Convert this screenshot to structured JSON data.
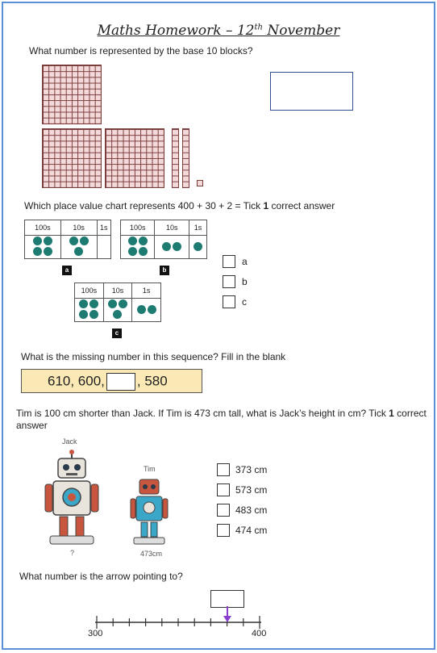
{
  "title": {
    "main": "Maths Homework – 12",
    "sup": "th",
    "rest": " November"
  },
  "q1": {
    "text": "What number is represented by the base 10 blocks?"
  },
  "q2": {
    "text_pre": "Which place value chart represents 400 + 30 + 2 = Tick ",
    "bold": "1",
    "text_post": " correct answer",
    "headers": [
      "100s",
      "10s",
      "1s"
    ],
    "charts": [
      {
        "tag": "a",
        "dots": [
          4,
          3,
          0
        ]
      },
      {
        "tag": "b",
        "dots": [
          4,
          2,
          1
        ]
      },
      {
        "tag": "c",
        "dots": [
          4,
          3,
          2
        ]
      }
    ],
    "options": [
      "a",
      "b",
      "c"
    ]
  },
  "q3": {
    "text": "What is the missing number in this sequence? Fill in the blank",
    "seq_a": "610, 600,",
    "seq_b": ", 580"
  },
  "q4": {
    "text_pre": "Tim is 100 cm shorter than Jack. If Tim is 473 cm tall, what is Jack’s height in cm? Tick ",
    "bold": "1",
    "text_post": " correct answer",
    "jack_label": "Jack",
    "tim_label": "Tim",
    "jack_height": "?",
    "tim_height": "473cm",
    "options": [
      "373 cm",
      "573 cm",
      "483 cm",
      "474 cm"
    ]
  },
  "q5": {
    "text": "What number is the arrow pointing to?",
    "start": "300",
    "end": "400"
  },
  "colors": {
    "border": "#5b8fd6",
    "block_fill": "#f3d9d9",
    "block_line": "#7a3b3b",
    "counter": "#1e7b72",
    "sequence_bg": "#fbe9b5",
    "arrow": "#8a3fd1"
  }
}
